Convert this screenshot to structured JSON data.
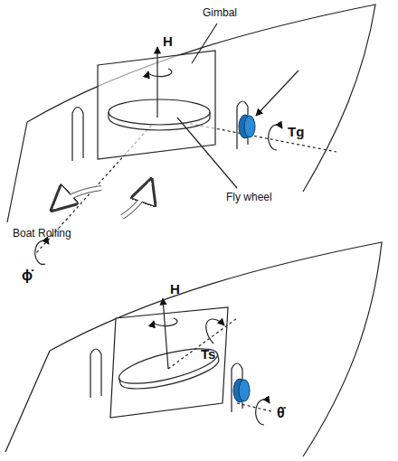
{
  "diagram": {
    "labels": [
      "Gimbal",
      "H",
      "Tg",
      "Boat Rolling",
      "ϕ̇",
      "Fly wheel",
      "H",
      "Ts",
      "θ̇"
    ]
  }
}
